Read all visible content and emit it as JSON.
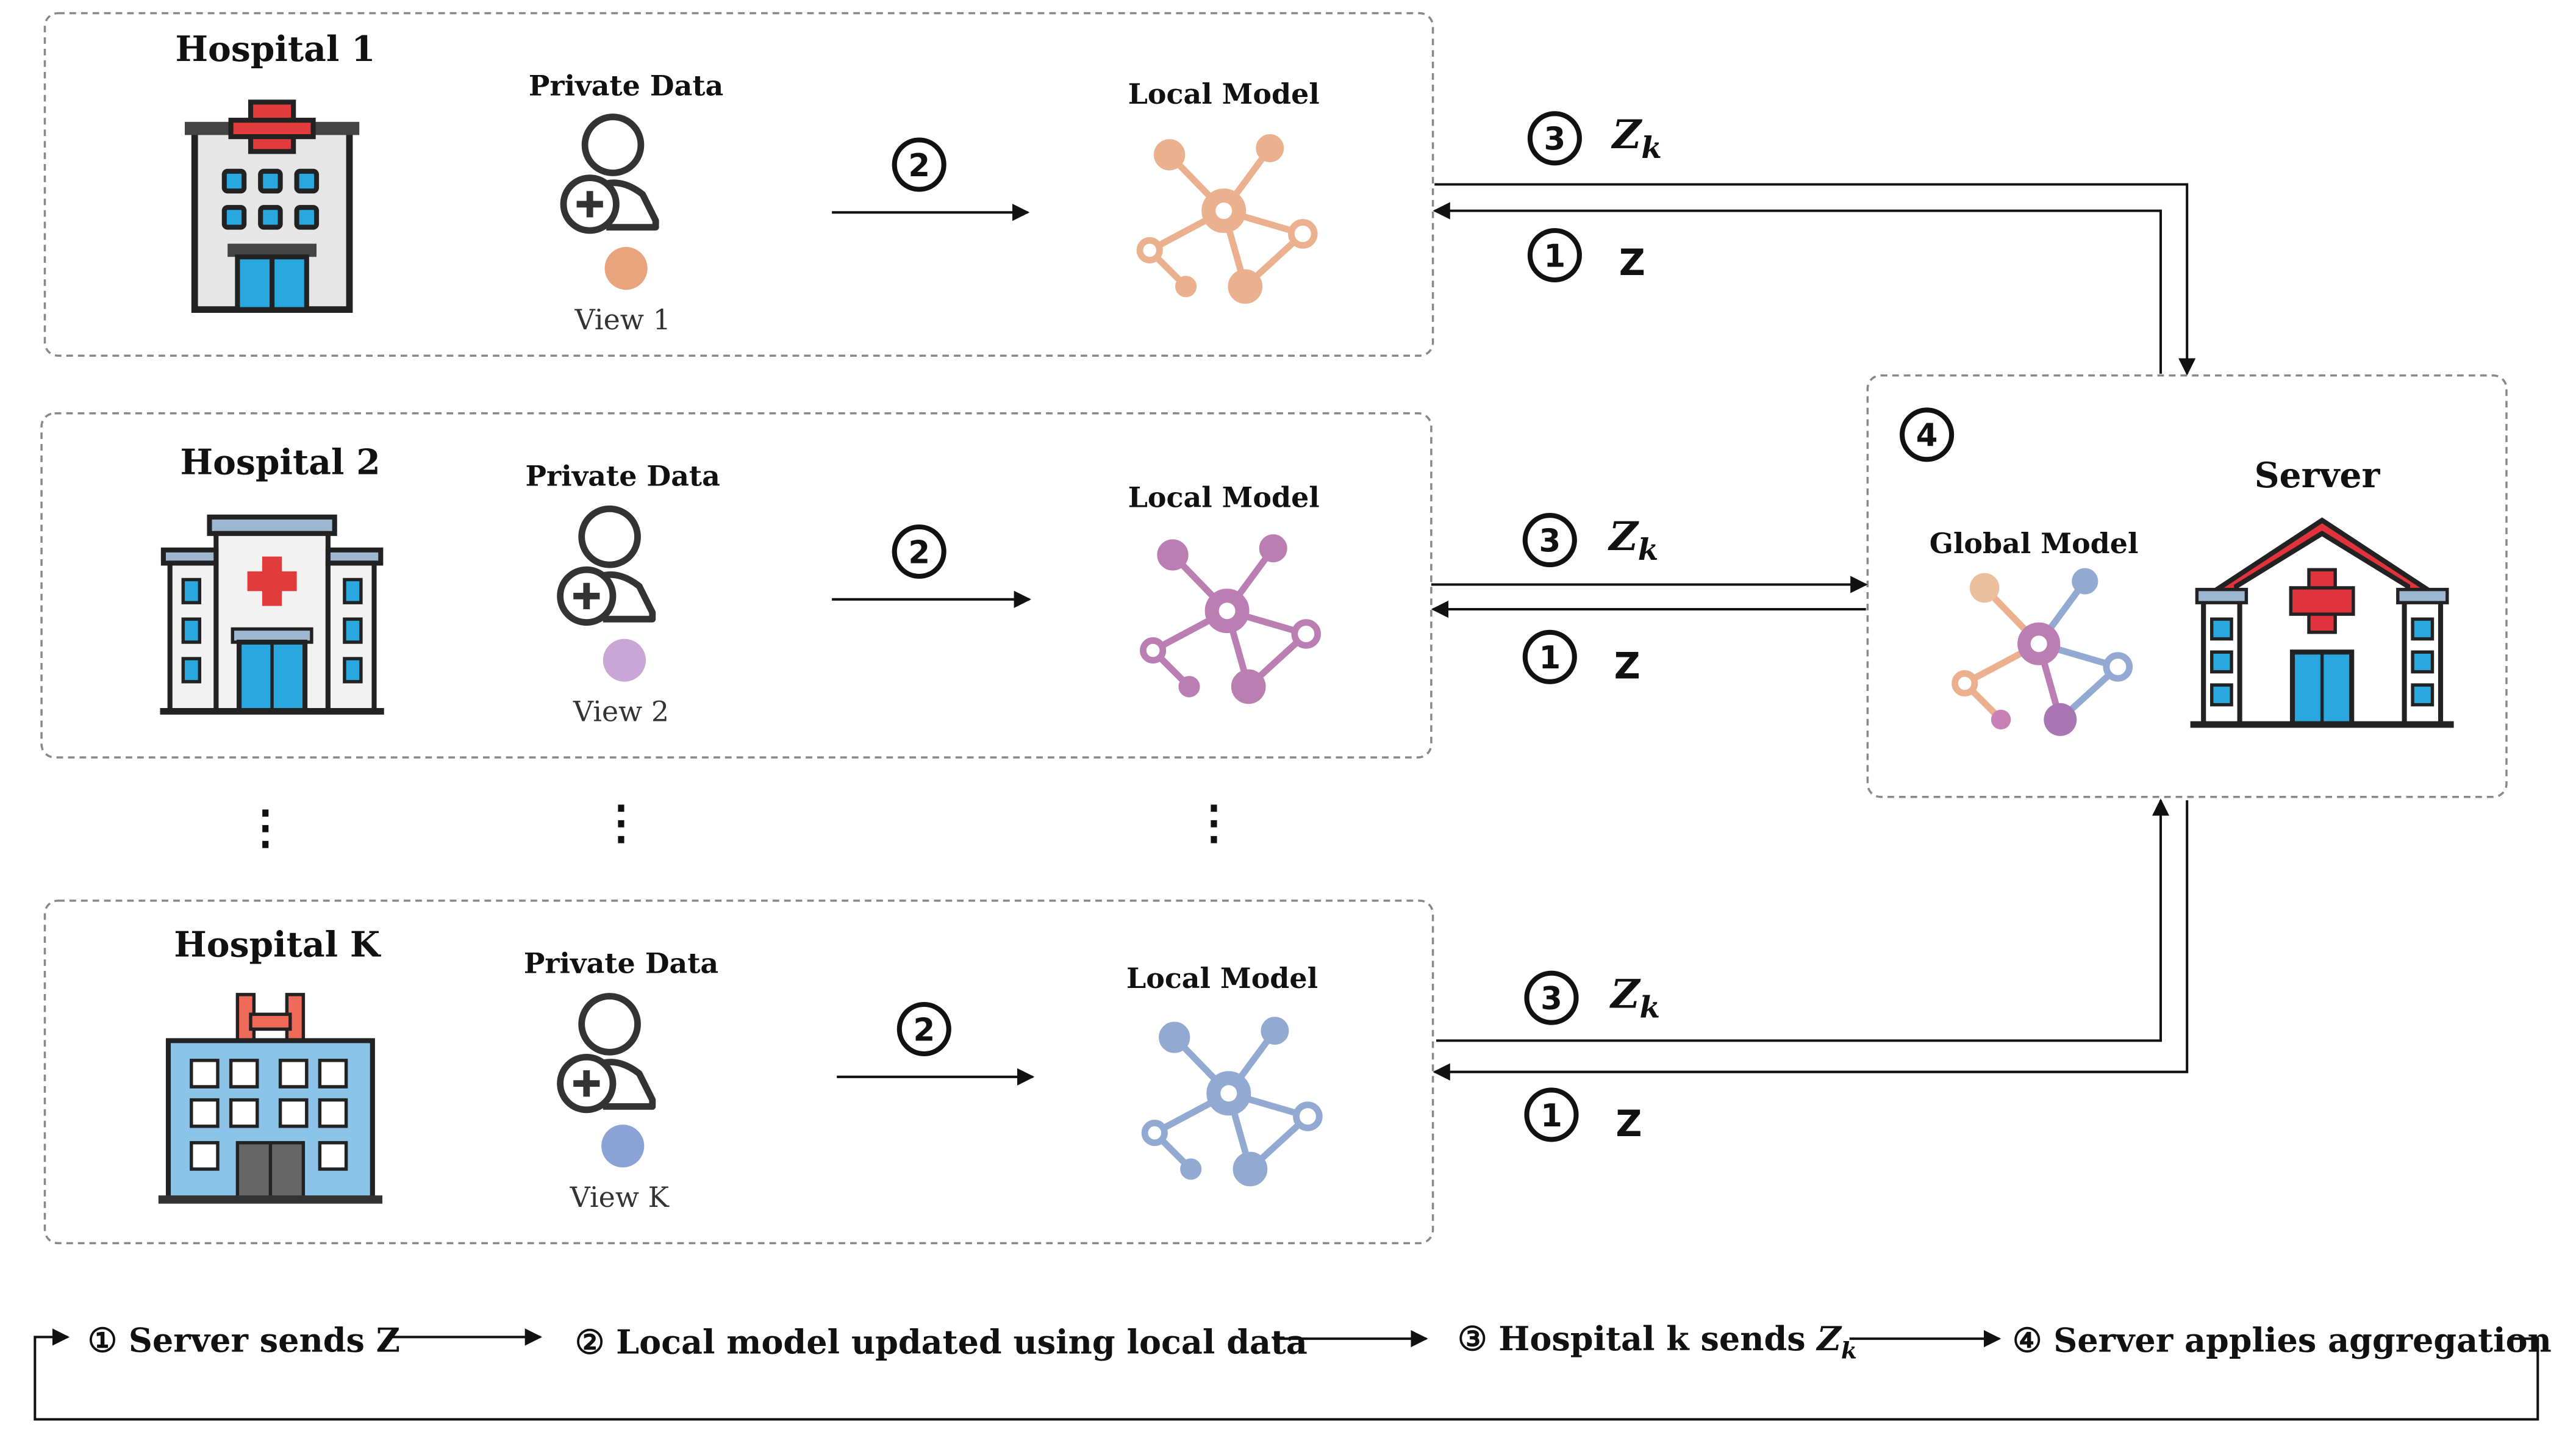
{
  "hospitals": [
    {
      "name": "Hospital 1",
      "private_label": "Private Data",
      "view_label": "View 1",
      "model_label": "Local Model",
      "color": "#e8a47c",
      "icon": "hospital-red-cross-icon"
    },
    {
      "name": "Hospital 2",
      "private_label": "Private Data",
      "view_label": "View 2",
      "model_label": "Local Model",
      "color": "#b068a6",
      "icon": "hospital-wings-icon"
    },
    {
      "name": "Hospital K",
      "private_label": "Private Data",
      "view_label": "View K",
      "model_label": "Local Model",
      "color": "#7f9ccb",
      "icon": "hospital-h-building-icon"
    }
  ],
  "steps": {
    "one": "1",
    "two": "2",
    "three": "3",
    "four": "4"
  },
  "messages": {
    "z": "Z",
    "zk_main": "Z",
    "zk_sub": "k"
  },
  "server": {
    "title": "Server",
    "global_model_label": "Global Model",
    "icon": "server-hospital-icon"
  },
  "ellipsis": "⋮",
  "legend": {
    "step1": "① Server sends Z",
    "step2": "② Local model updated using local data",
    "step3_prefix": "③ Hospital k sends ",
    "step3_var": "Z",
    "step3_sub": "k",
    "step4": "④ Server applies aggregation"
  },
  "colors": {
    "hospital1": "#e8a47c",
    "hospital2": "#b068a6",
    "hospitalK": "#7f9ccb",
    "border": "#888888",
    "arrow": "#111111"
  }
}
